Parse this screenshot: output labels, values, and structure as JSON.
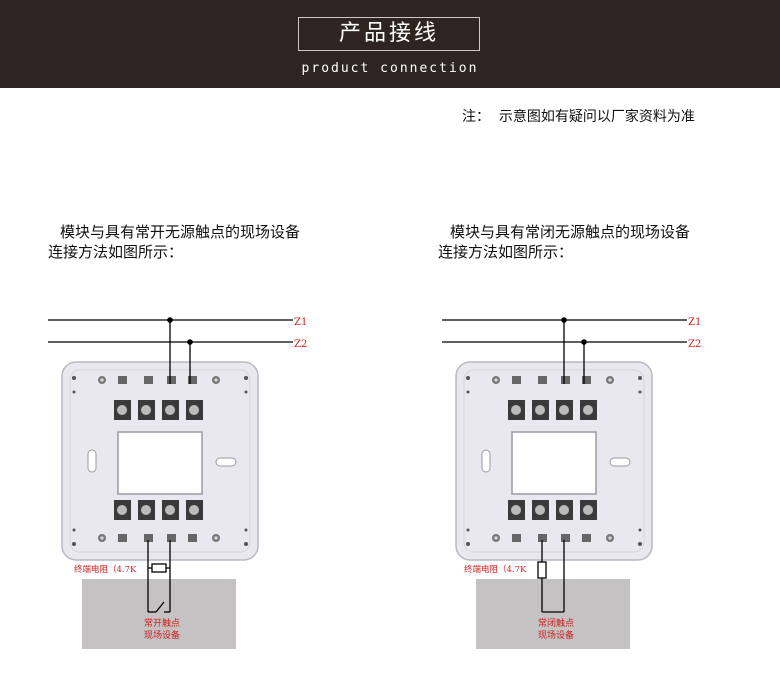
{
  "header": {
    "title": "产品接线",
    "subtitle": "product connection",
    "background": "#2e2522"
  },
  "note": "注：  示意图如有疑问以厂家资料为准",
  "diagrams": [
    {
      "caption_line1": "模块与具有常开无源触点的现场设备",
      "caption_line2": "连接方法如图所示：",
      "bus_labels": [
        "Z1",
        "Z2"
      ],
      "resistor_label": "终端电阻（4.7K",
      "device_label_line1": "常开触点",
      "device_label_line2": "现场设备"
    },
    {
      "caption_line1": "模块与具有常闭无源触点的现场设备",
      "caption_line2": "连接方法如图所示：",
      "bus_labels": [
        "Z1",
        "Z2"
      ],
      "resistor_label": "终端电阻（4.7K",
      "device_label_line1": "常闭触点",
      "device_label_line2": "现场设备"
    }
  ],
  "colors": {
    "label_red": "#d02020",
    "device_box": "#c4c2c2",
    "module_body": "#e8e8ee"
  }
}
